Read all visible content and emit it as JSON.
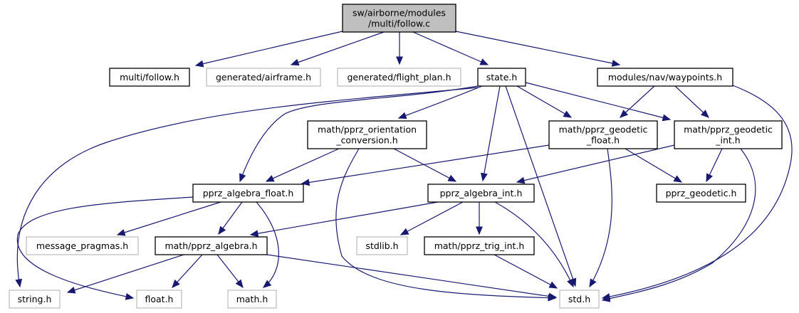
{
  "graph": {
    "title": "sw/airborne/modules/multi/follow.c include dependency graph",
    "edge_color": "#191970",
    "nodes": [
      {
        "id": "follow_c",
        "lines": [
          "sw/airborne/modules",
          "/multi/follow.c"
        ],
        "style": "root"
      },
      {
        "id": "follow_h",
        "lines": [
          "multi/follow.h"
        ],
        "style": "normal"
      },
      {
        "id": "airframe_h",
        "lines": [
          "generated/airframe.h"
        ],
        "style": "external"
      },
      {
        "id": "flight_plan_h",
        "lines": [
          "generated/flight_plan.h"
        ],
        "style": "external"
      },
      {
        "id": "state_h",
        "lines": [
          "state.h"
        ],
        "style": "normal"
      },
      {
        "id": "waypoints_h",
        "lines": [
          "modules/nav/waypoints.h"
        ],
        "style": "normal"
      },
      {
        "id": "orientation_h",
        "lines": [
          "math/pprz_orientation",
          "_conversion.h"
        ],
        "style": "normal"
      },
      {
        "id": "geodetic_float_h",
        "lines": [
          "math/pprz_geodetic",
          "_float.h"
        ],
        "style": "normal"
      },
      {
        "id": "geodetic_int_h",
        "lines": [
          "math/pprz_geodetic",
          "_int.h"
        ],
        "style": "normal"
      },
      {
        "id": "algebra_float_h",
        "lines": [
          "pprz_algebra_float.h"
        ],
        "style": "normal"
      },
      {
        "id": "algebra_int_h",
        "lines": [
          "pprz_algebra_int.h"
        ],
        "style": "normal"
      },
      {
        "id": "geodetic_h",
        "lines": [
          "pprz_geodetic.h"
        ],
        "style": "normal"
      },
      {
        "id": "message_pragmas_h",
        "lines": [
          "message_pragmas.h"
        ],
        "style": "external"
      },
      {
        "id": "algebra_h",
        "lines": [
          "math/pprz_algebra.h"
        ],
        "style": "normal"
      },
      {
        "id": "stdlib_h",
        "lines": [
          "stdlib.h"
        ],
        "style": "external"
      },
      {
        "id": "trig_int_h",
        "lines": [
          "math/pprz_trig_int.h"
        ],
        "style": "normal"
      },
      {
        "id": "string_h",
        "lines": [
          "string.h"
        ],
        "style": "external"
      },
      {
        "id": "float_h",
        "lines": [
          "float.h"
        ],
        "style": "external"
      },
      {
        "id": "math_h",
        "lines": [
          "math.h"
        ],
        "style": "external"
      },
      {
        "id": "std_h",
        "lines": [
          "std.h"
        ],
        "style": "external"
      }
    ],
    "edges": [
      [
        "follow_c",
        "follow_h"
      ],
      [
        "follow_c",
        "airframe_h"
      ],
      [
        "follow_c",
        "flight_plan_h"
      ],
      [
        "follow_c",
        "state_h"
      ],
      [
        "follow_c",
        "waypoints_h"
      ],
      [
        "state_h",
        "orientation_h"
      ],
      [
        "state_h",
        "geodetic_float_h"
      ],
      [
        "state_h",
        "geodetic_int_h"
      ],
      [
        "state_h",
        "algebra_float_h"
      ],
      [
        "state_h",
        "algebra_int_h"
      ],
      [
        "state_h",
        "string_h"
      ],
      [
        "state_h",
        "std_h"
      ],
      [
        "waypoints_h",
        "geodetic_float_h"
      ],
      [
        "waypoints_h",
        "geodetic_int_h"
      ],
      [
        "waypoints_h",
        "std_h"
      ],
      [
        "orientation_h",
        "algebra_float_h"
      ],
      [
        "orientation_h",
        "algebra_int_h"
      ],
      [
        "orientation_h",
        "std_h"
      ],
      [
        "geodetic_float_h",
        "algebra_float_h"
      ],
      [
        "geodetic_float_h",
        "geodetic_h"
      ],
      [
        "geodetic_float_h",
        "std_h"
      ],
      [
        "geodetic_int_h",
        "algebra_int_h"
      ],
      [
        "geodetic_int_h",
        "geodetic_h"
      ],
      [
        "geodetic_int_h",
        "std_h"
      ],
      [
        "algebra_float_h",
        "message_pragmas_h"
      ],
      [
        "algebra_float_h",
        "algebra_h"
      ],
      [
        "algebra_float_h",
        "float_h"
      ],
      [
        "algebra_float_h",
        "math_h"
      ],
      [
        "algebra_int_h",
        "algebra_h"
      ],
      [
        "algebra_int_h",
        "stdlib_h"
      ],
      [
        "algebra_int_h",
        "trig_int_h"
      ],
      [
        "algebra_int_h",
        "std_h"
      ],
      [
        "algebra_h",
        "string_h"
      ],
      [
        "algebra_h",
        "float_h"
      ],
      [
        "algebra_h",
        "math_h"
      ],
      [
        "algebra_h",
        "std_h"
      ],
      [
        "trig_int_h",
        "std_h"
      ]
    ]
  }
}
